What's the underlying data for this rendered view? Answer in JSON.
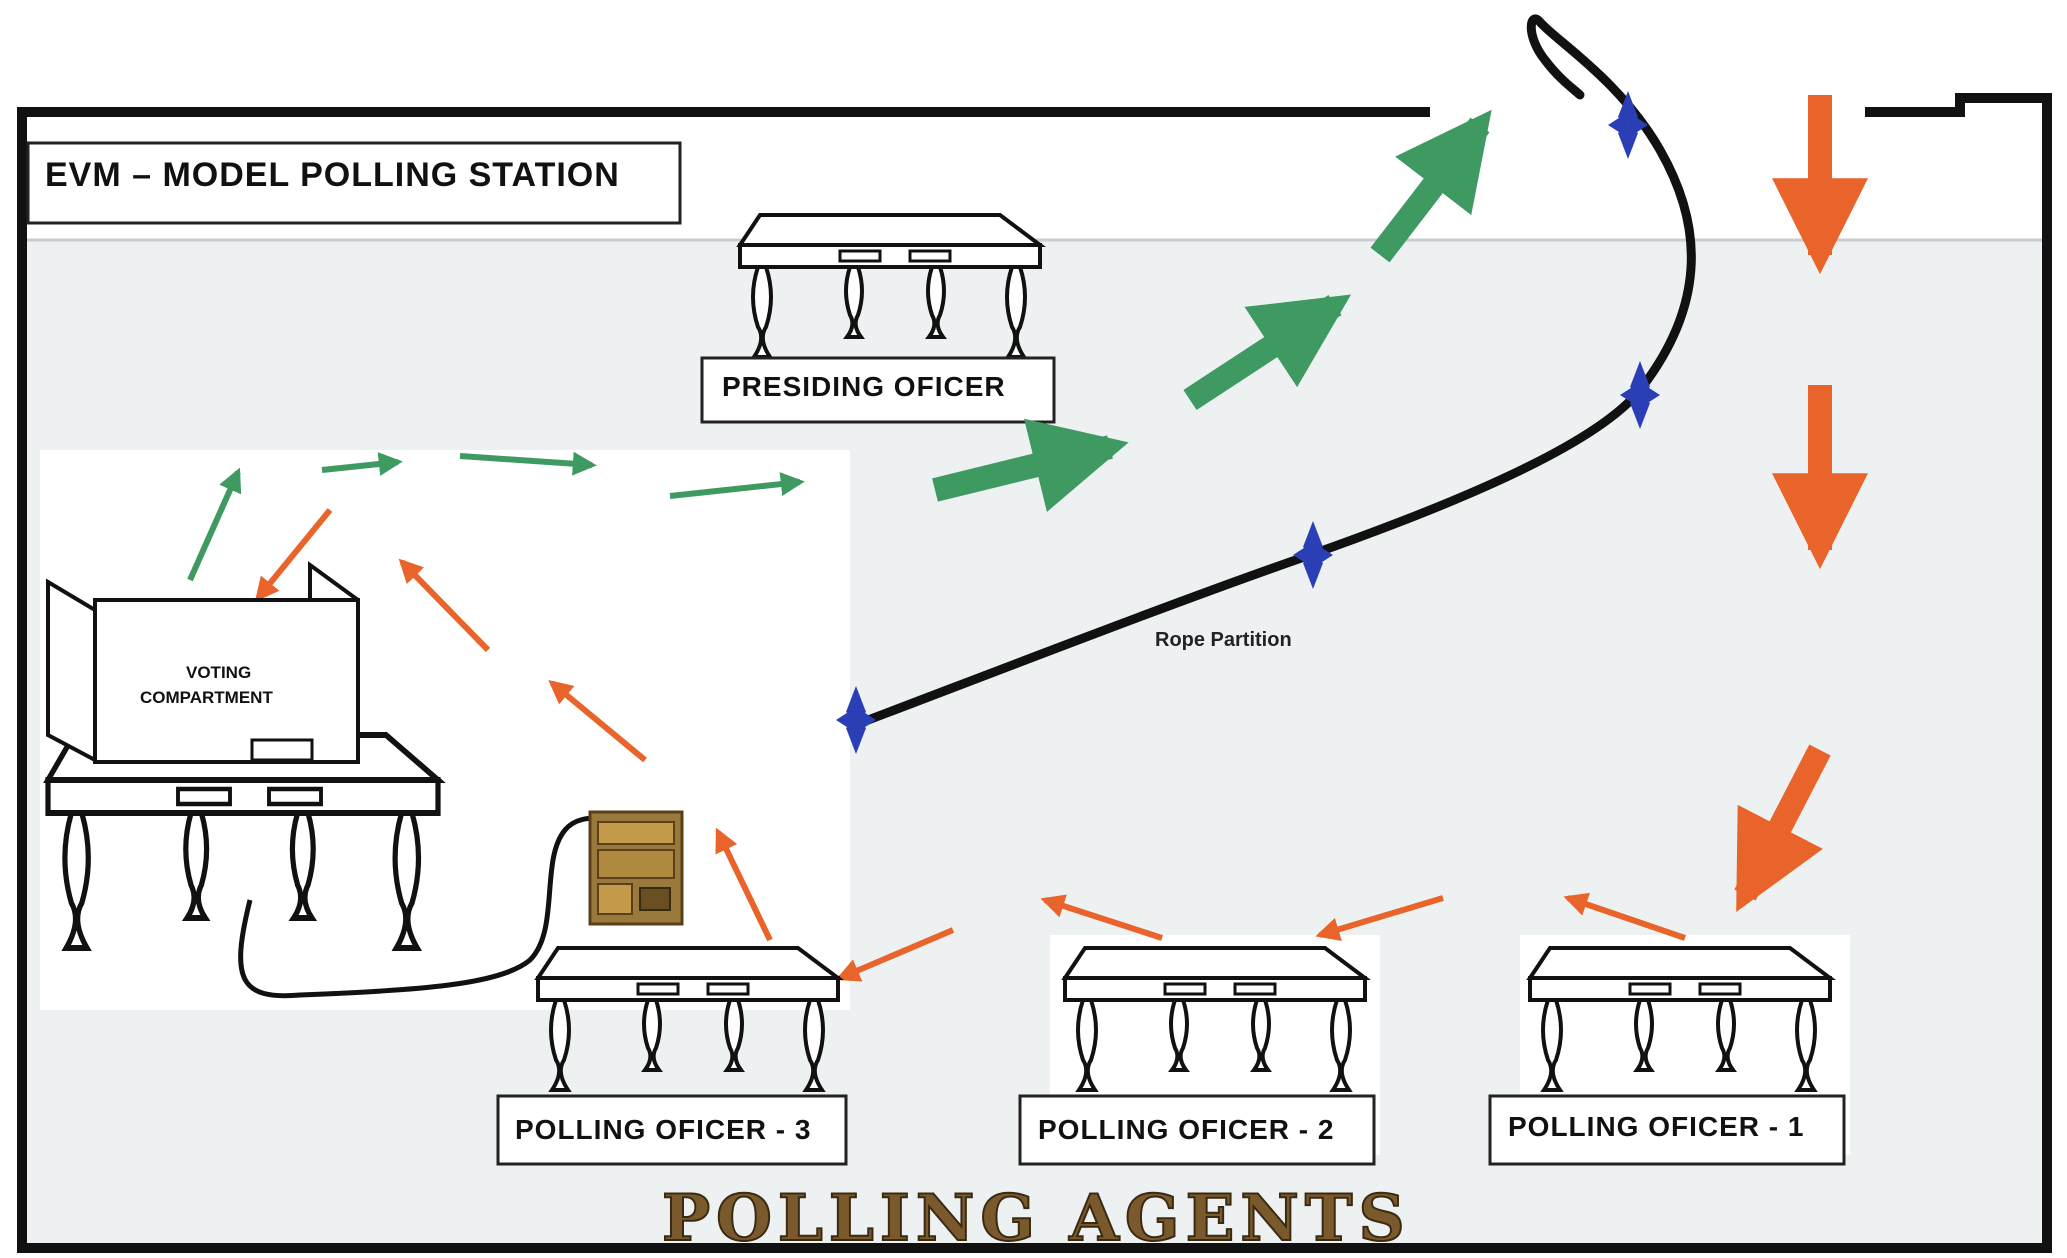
{
  "diagram": {
    "title": "EVM – MODEL POLLING STATION",
    "presiding_officer": "PRESIDING OFICER",
    "voting_compartment_line1": "VOTING",
    "voting_compartment_line2": "COMPARTMENT",
    "rope_partition": "Rope Partition",
    "polling_officers": [
      "POLLING OFICER - 3",
      "POLLING OFICER - 2",
      "POLLING OFICER - 1"
    ],
    "polling_agents": "POLLING AGENTS",
    "colors": {
      "entry_arrow": "#e8642a",
      "exit_arrow": "#3f9a62",
      "rope": "#111111",
      "rope_post": "#2a3fb5",
      "floor": "#eef1f2",
      "wall": "#111111",
      "ballot_box": "#9a7a3c"
    }
  }
}
